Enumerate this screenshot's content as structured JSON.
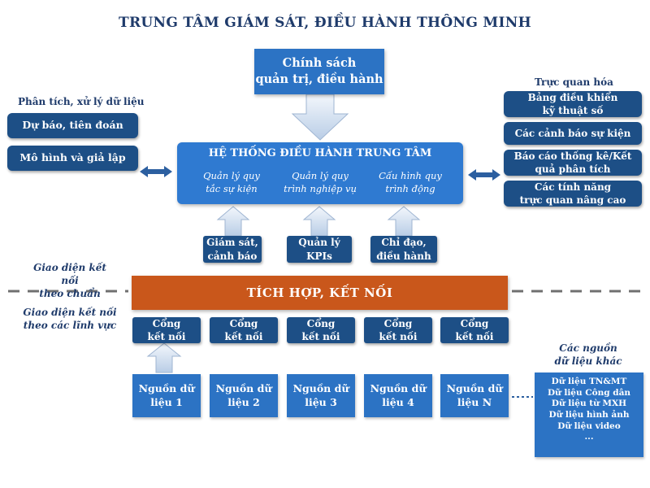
{
  "title": "TRUNG TÂM GIÁM SÁT, ĐIỀU HÀNH THÔNG MINH",
  "policy": {
    "line1": "Chính sách",
    "line2": "quản trị, điều hành"
  },
  "left": {
    "heading": "Phân tích, xử lý dữ liệu",
    "items": [
      "Dự báo, tiên đoán",
      "Mô hình và giả lập"
    ]
  },
  "right": {
    "heading": "Trực quan hóa",
    "items": [
      {
        "l1": "Bảng điều khiển",
        "l2": "kỹ thuật số"
      },
      {
        "l1": "Các cảnh báo sự kiện",
        "l2": ""
      },
      {
        "l1": "Báo cáo thống kê/Kết",
        "l2": "quả phân tích"
      },
      {
        "l1": "Các tính năng",
        "l2": "trực quan nâng cao"
      }
    ]
  },
  "center": {
    "heading": "HỆ THỐNG ĐIỀU HÀNH TRUNG TÂM",
    "subs": [
      {
        "l1": "Quản lý quy",
        "l2": "tắc sự kiện"
      },
      {
        "l1": "Quản lý quy",
        "l2": "trình nghiệp vụ"
      },
      {
        "l1": "Cấu hình quy",
        "l2": "trình động"
      }
    ]
  },
  "inputs": [
    {
      "l1": "Giám sát,",
      "l2": "cảnh báo"
    },
    {
      "l1": "Quản lý",
      "l2": "KPIs"
    },
    {
      "l1": "Chỉ đạo,",
      "l2": "điều hành"
    }
  ],
  "side_labels": {
    "std_l1": "Giao diện kết nối",
    "std_l2": "theo chuẩn",
    "field_l1": "Giao diện kết nối",
    "field_l2": "theo các lĩnh vực"
  },
  "integration": "TÍCH HỢP, KẾT NỐI",
  "gateways": [
    {
      "l1": "Cổng",
      "l2": "kết nối"
    },
    {
      "l1": "Cổng",
      "l2": "kết nối"
    },
    {
      "l1": "Cổng",
      "l2": "kết nối"
    },
    {
      "l1": "Cổng",
      "l2": "kết nối"
    },
    {
      "l1": "Cổng",
      "l2": "kết nối"
    }
  ],
  "sources": [
    {
      "l1": "Nguồn dữ",
      "l2": "liệu 1"
    },
    {
      "l1": "Nguồn dữ",
      "l2": "liệu 2"
    },
    {
      "l1": "Nguồn dữ",
      "l2": "liệu 3"
    },
    {
      "l1": "Nguồn dữ",
      "l2": "liệu 4"
    },
    {
      "l1": "Nguồn dữ",
      "l2": "liệu N"
    }
  ],
  "other_sources": {
    "label_l1": "Các nguồn",
    "label_l2": "dữ liệu khác",
    "items": [
      "Dữ liệu TN&MT",
      "Dữ liệu Công dân",
      "Dữ liệu từ MXH",
      "Dữ liệu hình ảnh",
      "Dữ liệu video",
      "..."
    ]
  },
  "colors": {
    "dark_box": "#1d4f86",
    "light_box": "#2c73c4",
    "center": "#2f7ad1",
    "integration": "#c9571b",
    "arrow": "#dbe7f5"
  }
}
